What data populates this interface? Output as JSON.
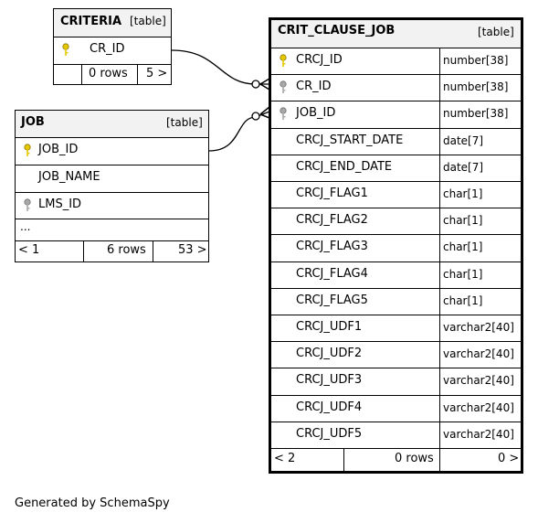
{
  "criteria": {
    "name": "CRITERIA",
    "tag": "[table]",
    "columns": [
      {
        "name": "CR_ID"
      }
    ],
    "footer": {
      "rows": "0 rows",
      "next": "5 >"
    }
  },
  "job": {
    "name": "JOB",
    "tag": "[table]",
    "columns": [
      {
        "name": "JOB_ID"
      },
      {
        "name": "JOB_NAME"
      },
      {
        "name": "LMS_ID"
      }
    ],
    "ellipsis": "...",
    "footer": {
      "prev": "< 1",
      "rows": "6 rows",
      "next": "53 >"
    }
  },
  "crit_clause_job": {
    "name": "CRIT_CLAUSE_JOB",
    "tag": "[table]",
    "columns": [
      {
        "name": "CRCJ_ID",
        "type": "number[38]"
      },
      {
        "name": "CR_ID",
        "type": "number[38]"
      },
      {
        "name": "JOB_ID",
        "type": "number[38]"
      },
      {
        "name": "CRCJ_START_DATE",
        "type": "date[7]"
      },
      {
        "name": "CRCJ_END_DATE",
        "type": "date[7]"
      },
      {
        "name": "CRCJ_FLAG1",
        "type": "char[1]"
      },
      {
        "name": "CRCJ_FLAG2",
        "type": "char[1]"
      },
      {
        "name": "CRCJ_FLAG3",
        "type": "char[1]"
      },
      {
        "name": "CRCJ_FLAG4",
        "type": "char[1]"
      },
      {
        "name": "CRCJ_FLAG5",
        "type": "char[1]"
      },
      {
        "name": "CRCJ_UDF1",
        "type": "varchar2[40]"
      },
      {
        "name": "CRCJ_UDF2",
        "type": "varchar2[40]"
      },
      {
        "name": "CRCJ_UDF3",
        "type": "varchar2[40]"
      },
      {
        "name": "CRCJ_UDF4",
        "type": "varchar2[40]"
      },
      {
        "name": "CRCJ_UDF5",
        "type": "varchar2[40]"
      }
    ],
    "footer": {
      "prev": "< 2",
      "rows": "0 rows",
      "next": "0 >"
    }
  },
  "generated_by": "Generated by SchemaSpy",
  "colors": {
    "primary_key": "#e6c800",
    "foreign_key": "#a8a8a8",
    "header_bg": "#f2f2f2"
  }
}
